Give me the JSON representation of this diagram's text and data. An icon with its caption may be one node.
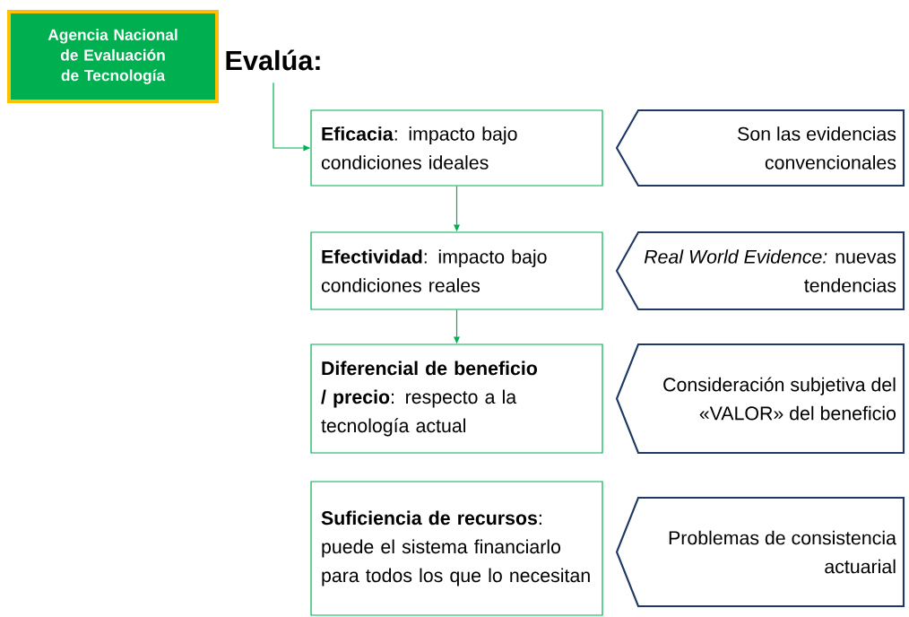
{
  "diagram": {
    "nodes": [
      {
        "text": [
          "Agencia Nacional de Evaluación de Tecnología"
        ]
      },
      {
        "text": [
          "Evalúa:"
        ]
      },
      {
        "text": [
          "**Eficacia**: impacto bajo condiciones ideales"
        ]
      },
      {
        "text": [
          "**Efectividad**: impacto bajo condiciones reales"
        ]
      },
      {
        "text": [
          "**Diferencial de beneficio / precio**: respecto a la tecnología actual"
        ]
      },
      {
        "text": [
          "**Suficiencia de recursos**: puede el sistema financiarlo para todos los que lo necesitan"
        ]
      },
      {
        "text": [
          "Son las evidencias convencionales"
        ]
      },
      {
        "text": [
          "*Real World Evidence:* nuevas tendencias"
        ]
      },
      {
        "text": [
          "Consideración subjetiva del «VALOR» del beneficio"
        ]
      },
      {
        "text": [
          "Problemas de consistencia actuarial"
        ]
      }
    ],
    "edges": [
      {
        "from": 1,
        "to": 2,
        "arrow": "to"
      },
      {
        "from": 2,
        "to": 3,
        "arrow": "to"
      },
      {
        "from": 3,
        "to": 4,
        "arrow": "to"
      }
    ]
  }
}
